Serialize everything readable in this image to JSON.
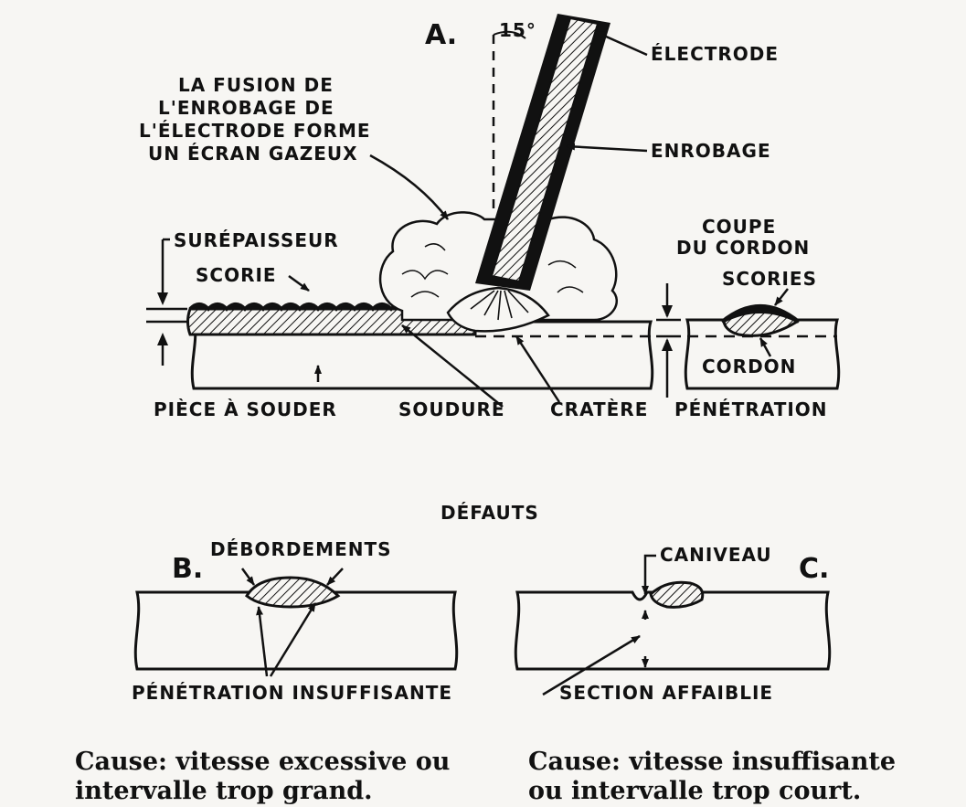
{
  "figure_a": {
    "letter": "A.",
    "angle": "15°",
    "electrode": "ÉLECTRODE",
    "enrobage": "ENROBAGE",
    "fusion_note": [
      "LA FUSION DE",
      "L'ENROBAGE DE",
      "L'ÉLECTRODE FORME",
      "UN ÉCRAN GAZEUX"
    ],
    "surepaisseur": "SURÉPAISSEUR",
    "scorie": "SCORIE",
    "piece": "PIÈCE À SOUDER",
    "soudure": "SOUDURE",
    "cratere": "CRATÈRE",
    "penetration": "PÉNÉTRATION",
    "coupe": [
      "COUPE",
      "DU CORDON"
    ],
    "scories": "SCORIES",
    "cordon": "CORDON"
  },
  "defects_title": "DÉFAUTS",
  "figure_b": {
    "letter": "B.",
    "debordements": "DÉBORDEMENTS",
    "penetration_insuffisante": "PÉNÉTRATION INSUFFISANTE",
    "caption": [
      "Cause: vitesse excessive ou",
      "intervalle trop grand."
    ]
  },
  "figure_c": {
    "letter": "C.",
    "caniveau": "CANIVEAU",
    "section": "SECTION AFFAIBLIE",
    "caption": [
      "Cause: vitesse insuffisante",
      "ou intervalle trop court."
    ]
  }
}
